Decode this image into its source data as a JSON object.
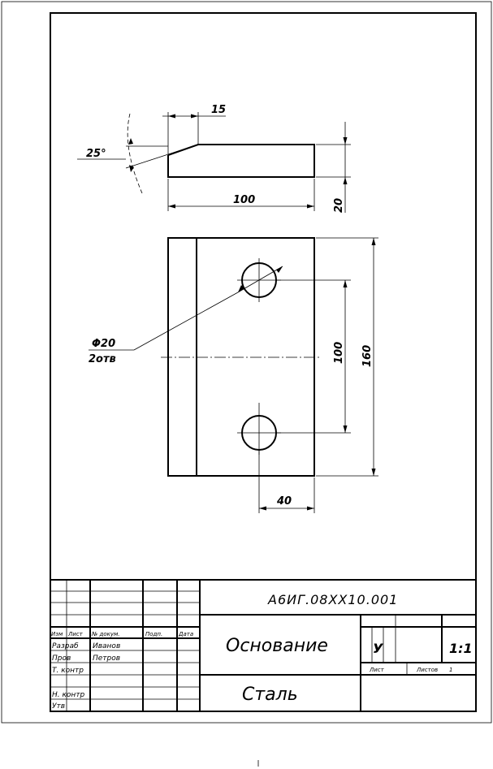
{
  "drawing": {
    "dimensions": {
      "chamfer_length": "15",
      "chamfer_angle": "25°",
      "length": "100",
      "thickness": "20",
      "hole_spacing": "100",
      "height": "160",
      "hole_offset": "40",
      "hole_diameter": "Φ20",
      "hole_count": "2отв"
    }
  },
  "title_block": {
    "code": "А6ИГ.08ХХ10.001",
    "part_name": "Основание",
    "material": "Сталь",
    "letter": "У",
    "scale": "1:1",
    "sheet_label": "Лист",
    "sheets_label": "Листов",
    "sheets_count": "1",
    "header": {
      "izm": "Изм",
      "list": "Лист",
      "doc_no": "№ докум.",
      "sign": "Подп.",
      "date": "Дата"
    },
    "rows": {
      "razrab": "Разраб",
      "razrab_name": "Иванов",
      "prov": "Пров",
      "prov_name": "Петров",
      "t_kontr": "Т. контр",
      "n_kontr": "Н. контр",
      "utv": "Утв"
    }
  }
}
